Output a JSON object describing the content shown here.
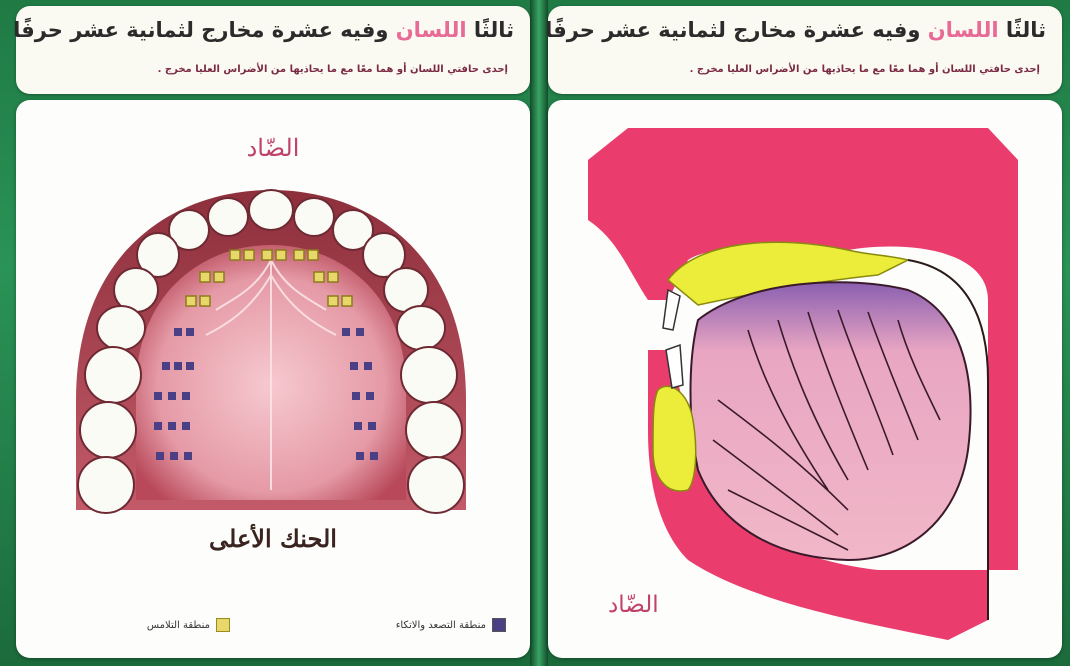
{
  "left_panel": {
    "title_prefix": "ثالثًا",
    "title_highlight": "اللسان",
    "title_rest": "وفيه عشرة مخارج لثمانية عشر حرفًا",
    "subtitle": "إحدى حافتي اللسان أو هما معًا مع ما يحاذيها من الأضراس العليا مخرج .",
    "letter_label": "الضّاد",
    "palate_label": "الحنك الأعلى",
    "legend": [
      {
        "label": "منطقة التصعد والاتكاء",
        "swatch": "purple"
      },
      {
        "label": "منطقة التلامس",
        "swatch": "yellow"
      }
    ]
  },
  "right_panel": {
    "title_prefix": "ثالثًا",
    "title_highlight": "اللسان",
    "title_rest": "وفيه عشرة مخارج لثمانية عشر حرفًا",
    "subtitle": "إحدى حافتي اللسان أو هما معًا مع ما يحاذيها من الأضراس العليا مخرج .",
    "letter_label": "الضّاد"
  },
  "colors": {
    "background_green": "#2a9356",
    "header_bg": "#fbfaf2",
    "accent_pink": "#e86a96",
    "letter_red": "#c0416b",
    "contact_yellow": "#e8d86a",
    "rise_purple": "#4b3f86"
  }
}
